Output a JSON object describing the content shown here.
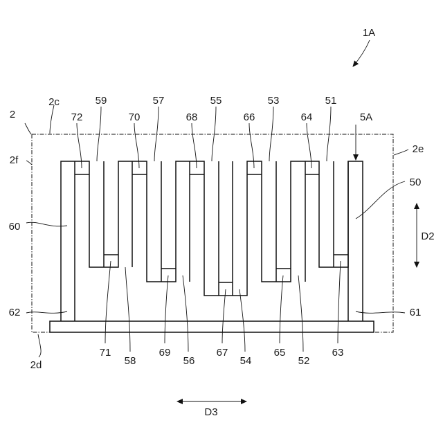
{
  "figure": {
    "title": "1A",
    "region": {
      "label": "2",
      "corners": {
        "top": "2c",
        "bottom": "2d",
        "right": "2e",
        "left": "2f"
      }
    },
    "structure_label": "5A",
    "body_label": "50",
    "left_side_label": "60",
    "right_side_label": "61",
    "base_labels": {
      "right": "61",
      "left": "62"
    },
    "top_labels": [
      "72",
      "59",
      "70",
      "57",
      "68",
      "55",
      "66",
      "53",
      "64",
      "51",
      "5A"
    ],
    "bottom_labels": [
      "71",
      "58",
      "69",
      "56",
      "67",
      "54",
      "65",
      "52",
      "63"
    ],
    "directions": {
      "vertical": "D2",
      "horizontal": "D3"
    }
  }
}
